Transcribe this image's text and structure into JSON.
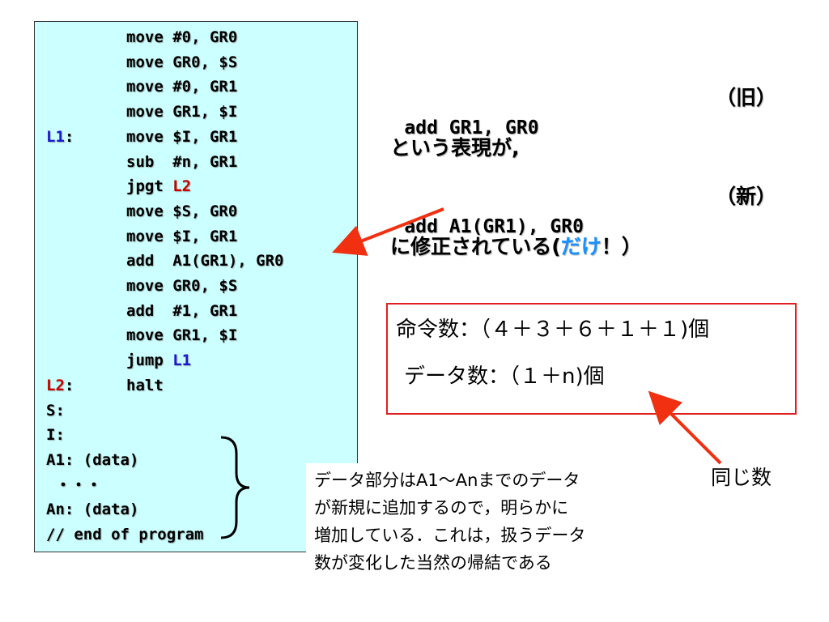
{
  "code_lines": [
    {
      "label": "",
      "label_color": "",
      "label_suffix": "",
      "instr": "move #0, GR0",
      "op_pre": "",
      "op_hl": "",
      "op_hl_color": ""
    },
    {
      "label": "",
      "label_color": "",
      "label_suffix": "",
      "instr": "move GR0, $S",
      "op_pre": "",
      "op_hl": "",
      "op_hl_color": ""
    },
    {
      "label": "",
      "label_color": "",
      "label_suffix": "",
      "instr": "move #0, GR1",
      "op_pre": "",
      "op_hl": "",
      "op_hl_color": ""
    },
    {
      "label": "",
      "label_color": "",
      "label_suffix": "",
      "instr": "move GR1, $I",
      "op_pre": "",
      "op_hl": "",
      "op_hl_color": ""
    },
    {
      "label": "L1",
      "label_color": "blue",
      "label_suffix": ":",
      "instr": "move $I, GR1",
      "op_pre": "",
      "op_hl": "",
      "op_hl_color": ""
    },
    {
      "label": "",
      "label_color": "",
      "label_suffix": "",
      "instr": "sub  #n, GR1",
      "op_pre": "",
      "op_hl": "",
      "op_hl_color": ""
    },
    {
      "label": "",
      "label_color": "",
      "label_suffix": "",
      "instr": "",
      "op_pre": "jpgt ",
      "op_hl": "L2",
      "op_hl_color": "red"
    },
    {
      "label": "",
      "label_color": "",
      "label_suffix": "",
      "instr": "move $S, GR0",
      "op_pre": "",
      "op_hl": "",
      "op_hl_color": ""
    },
    {
      "label": "",
      "label_color": "",
      "label_suffix": "",
      "instr": "move $I, GR1",
      "op_pre": "",
      "op_hl": "",
      "op_hl_color": ""
    },
    {
      "label": "",
      "label_color": "",
      "label_suffix": "",
      "instr": "add  A1(GR1), GR0",
      "op_pre": "",
      "op_hl": "",
      "op_hl_color": ""
    },
    {
      "label": "",
      "label_color": "",
      "label_suffix": "",
      "instr": "move GR0, $S",
      "op_pre": "",
      "op_hl": "",
      "op_hl_color": ""
    },
    {
      "label": "",
      "label_color": "",
      "label_suffix": "",
      "instr": "add  #1, GR1",
      "op_pre": "",
      "op_hl": "",
      "op_hl_color": ""
    },
    {
      "label": "",
      "label_color": "",
      "label_suffix": "",
      "instr": "move GR1, $I",
      "op_pre": "",
      "op_hl": "",
      "op_hl_color": ""
    },
    {
      "label": "",
      "label_color": "",
      "label_suffix": "",
      "instr": "",
      "op_pre": "jump ",
      "op_hl": "L1",
      "op_hl_color": "blue"
    },
    {
      "label": "L2",
      "label_color": "red",
      "label_suffix": ":",
      "instr": "halt",
      "op_pre": "",
      "op_hl": "",
      "op_hl_color": ""
    },
    {
      "label": "",
      "label_color": "",
      "label_suffix": "",
      "instr": "",
      "op_pre": "",
      "op_hl": "",
      "op_hl_color": "",
      "full": "S:"
    },
    {
      "label": "",
      "label_color": "",
      "label_suffix": "",
      "instr": "",
      "op_pre": "",
      "op_hl": "",
      "op_hl_color": "",
      "full": "I:"
    },
    {
      "label": "",
      "label_color": "",
      "label_suffix": "",
      "instr": "",
      "op_pre": "",
      "op_hl": "",
      "op_hl_color": "",
      "full": "A1: (data)"
    },
    {
      "label": "",
      "label_color": "",
      "label_suffix": "",
      "instr": "",
      "op_pre": "",
      "op_hl": "",
      "op_hl_color": "",
      "full": " ・・・"
    },
    {
      "label": "",
      "label_color": "",
      "label_suffix": "",
      "instr": "",
      "op_pre": "",
      "op_hl": "",
      "op_hl_color": "",
      "full": "An: (data)"
    },
    {
      "label": "",
      "label_color": "",
      "label_suffix": "",
      "instr": "",
      "op_pre": "",
      "op_hl": "",
      "op_hl_color": "",
      "full": "// end of program"
    }
  ],
  "explanation": {
    "old_code": "add GR1, GR0",
    "old_tag": "（旧）",
    "line2": "という表現が,",
    "new_code": "add A1(GR1), GR0",
    "new_tag": "（新）",
    "line4_pre": "に修正されている(",
    "line4_em": "だけ",
    "line4_post": "！）"
  },
  "counts": {
    "instructions": "命令数：（４＋３＋６＋１＋１)個",
    "data": "データ数：（１＋n)個"
  },
  "note_lines": [
    "データ部分はA1～Anまでのデータ",
    "が新規に追加するので，明らかに",
    "増加している．これは，扱うデータ",
    "数が変化した当然の帰結である"
  ],
  "same_count_label": "同じ数",
  "colors": {
    "code_bg": "#ccffff",
    "label_blue": "#1a1ad0",
    "label_red": "#c80000",
    "arrow": "#f03010",
    "emphasis": "#1890ff",
    "box_border": "#e02020"
  }
}
